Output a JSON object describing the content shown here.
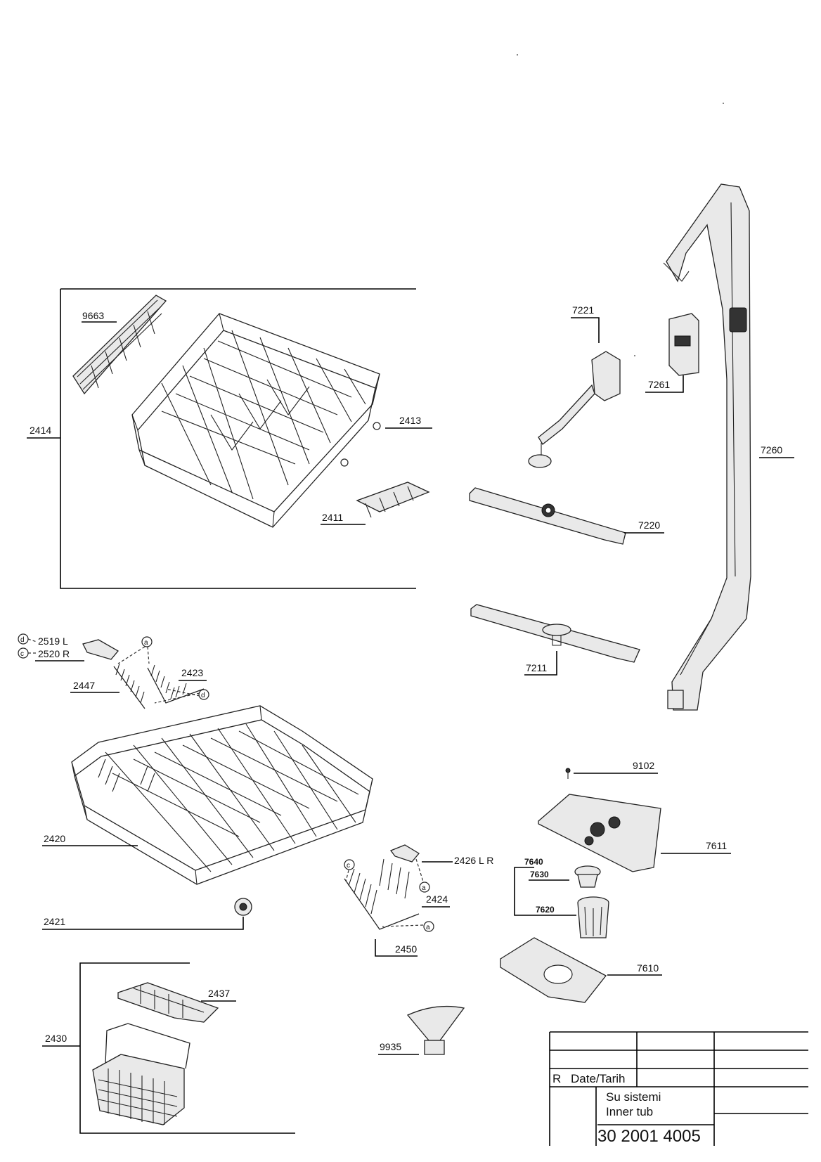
{
  "labels": {
    "p9663": "9663",
    "p2414": "2414",
    "p2413": "2413",
    "p2411": "2411",
    "p7221": "7221",
    "p7261": "7261",
    "p7260": "7260",
    "p7220": "7220",
    "p7211": "7211",
    "p2519": "2519 L",
    "p2520": "2520 R",
    "p2423": "2423",
    "p2447": "2447",
    "p2420": "2420",
    "p2421": "2421",
    "p2426": "2426 L R",
    "p2424": "2424",
    "p2450": "2450",
    "p2437": "2437",
    "p2430": "2430",
    "p9935": "9935",
    "p9102": "9102",
    "p7611": "7611",
    "p7640": "7640",
    "p7630": "7630",
    "p7620": "7620",
    "p7610": "7610"
  },
  "callouts": {
    "a": "a",
    "c": "c",
    "d": "d"
  },
  "title_block": {
    "rev_label": "R",
    "date_label": "Date/Tarih",
    "title_line1": "Su sistemi",
    "title_line2": "Inner tub",
    "doc_number": "30 2001 4005"
  }
}
